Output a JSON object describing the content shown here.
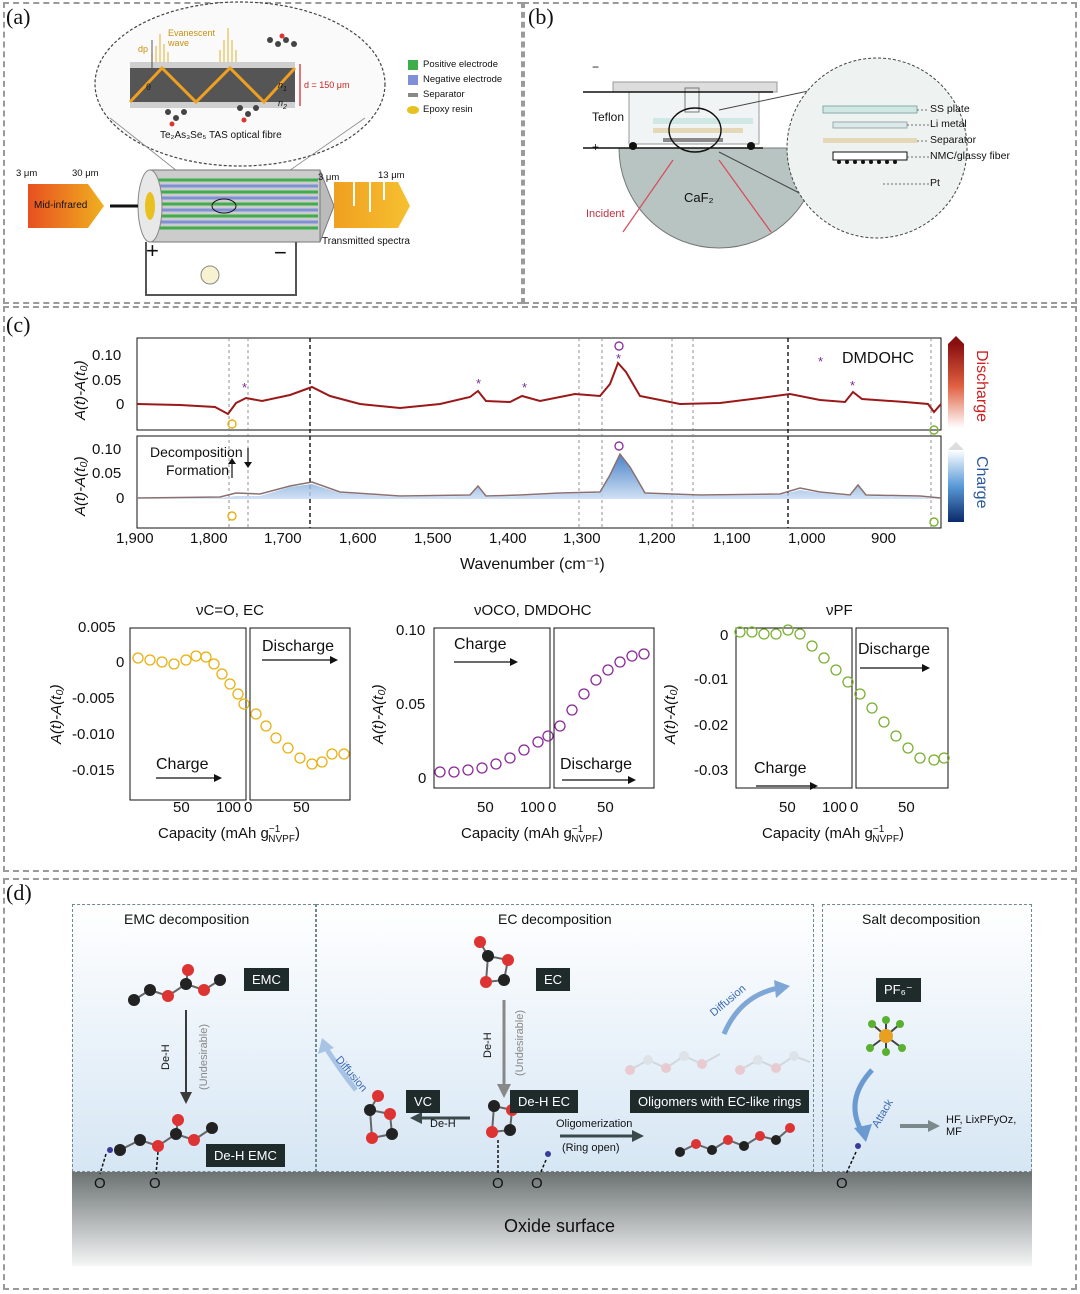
{
  "panels": {
    "a": "(a)",
    "b": "(b)",
    "c": "(c)",
    "d": "(d)"
  },
  "panel_a": {
    "evanescent_wave": "Evanescent\nwave",
    "dp": "dp",
    "theta": "θ",
    "n1": "n",
    "n1_sub": "1",
    "n2": "n",
    "n2_sub": "2",
    "d_label": "d = 150 μm",
    "fibre": "Te₂As₃Se₅ TAS optical fibre",
    "legend": [
      "Positive electrode",
      "Negative electrode",
      "Separator",
      "Epoxy resin"
    ],
    "legend_colors": [
      "#3dae4a",
      "#7f8fd8",
      "#888888",
      "#e8c020"
    ],
    "left_arrow": {
      "label": "Mid-infrared",
      "w1": "3 μm",
      "w2": "30 μm"
    },
    "right_arrow": {
      "label": "Transmitted spectra",
      "w1": "3 μm",
      "w2": "13 μm"
    },
    "plus": "+",
    "minus": "−"
  },
  "panel_b": {
    "teflon": "Teflon",
    "minus": "−",
    "plus": "+",
    "caf2": "CaF₂",
    "incident": "Incident",
    "layers": [
      "SS plate",
      "Li metal",
      "Separator",
      "NMC/glassy fiber",
      "Pt"
    ]
  },
  "panel_c": {
    "ylabel": "A(t)-A(t₀)",
    "xlabel": "Wavenumber (cm⁻¹)",
    "discharge": "Discharge",
    "charge": "Charge",
    "dmdohc": "DMDOHC",
    "decomposition": "Decomposition",
    "formation": "Formation",
    "x_ticks": [
      "1,900",
      "1,800",
      "1,700",
      "1,600",
      "1,500",
      "1,400",
      "1,300",
      "1,200",
      "1,100",
      "1,000",
      "900"
    ],
    "top_y_ticks": [
      "0.10",
      "0.05",
      "0"
    ],
    "bottom_y_ticks": [
      "0.10",
      "0.05",
      "0"
    ],
    "sub1": {
      "title": "νC=O, EC",
      "y_ticks": [
        "0.005",
        "0",
        "-0.005",
        "-0.010",
        "-0.015"
      ],
      "charge": "Charge",
      "discharge": "Discharge"
    },
    "sub2": {
      "title": "νOCO, DMDOHC",
      "y_ticks": [
        "0.10",
        "0.05",
        "0"
      ],
      "charge": "Charge",
      "discharge": "Discharge"
    },
    "sub3": {
      "title": "νPF",
      "y_ticks": [
        "0",
        "-0.01",
        "-0.02",
        "-0.03"
      ],
      "charge": "Charge",
      "discharge": "Discharge"
    },
    "cap_ticks": [
      "50",
      "100",
      "0",
      "50"
    ],
    "cap_label": "Capacity (mAh g",
    "cap_sup": "−1",
    "cap_sub": "NVPF",
    "cap_end": ")"
  },
  "panel_d": {
    "emc_title": "EMC decomposition",
    "ec_title": "EC decomposition",
    "salt_title": "Salt decomposition",
    "emc": "EMC",
    "deh_emc": "De-H EMC",
    "ec": "EC",
    "deh_ec": "De-H EC",
    "vc": "VC",
    "oligomers": "Oligomers with EC-like rings",
    "pf6": "PF₆⁻",
    "deh": "De-H",
    "undesirable": "(Undesirable)",
    "diffusion": "Diffusion",
    "oligomerization": "Oligomerization",
    "ring_open": "(Ring open)",
    "attack": "Attack",
    "products": "HF, LixPFyOz,\nMF",
    "o": "O",
    "surface": "Oxide surface"
  }
}
